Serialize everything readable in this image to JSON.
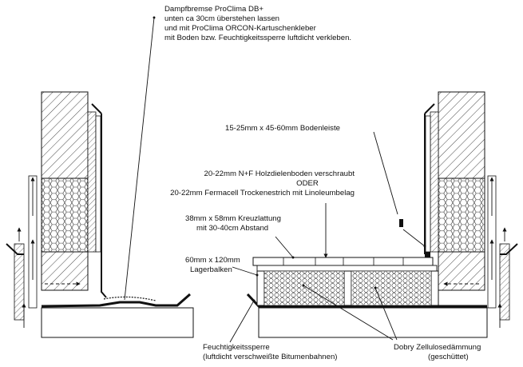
{
  "labels": {
    "dampfbremse": [
      "Dampfbremse ProClima DB+",
      "unten ca 30cm überstehen lassen",
      "und mit ProClima ORCON-Kartuschenkleber",
      "mit Boden bzw. Feuchtigkeitssperre luftdicht verkleben."
    ],
    "bodenleiste": "15-25mm x 45-60mm Bodenleiste",
    "holzdielen": [
      "20-22mm N+F Holzdielenboden verschraubt",
      "ODER",
      "20-22mm Fermacell Trockenestrich mit Linoleumbelag"
    ],
    "kreuzlattung": [
      "38mm x 58mm Kreuzlattung",
      "mit 30-40cm Abstand"
    ],
    "lagerbalken": [
      "60mm x 120mm",
      "Lagerbalken"
    ],
    "feuchtigkeitssperre": [
      "Feuchtigkeitssperre",
      "(luftdicht verschweißte Bitumenbahnen)"
    ],
    "zellulose": [
      "Dobry Zellulosedämmung",
      "(geschüttet)"
    ]
  }
}
